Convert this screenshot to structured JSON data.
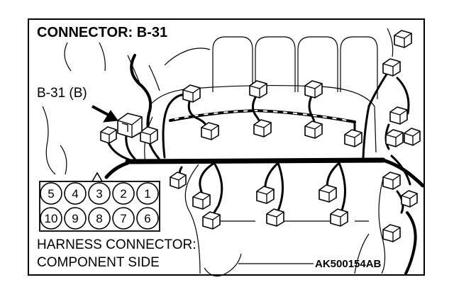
{
  "title": "CONNECTOR: B-31",
  "callout": "B-31 (B)",
  "footer": {
    "line1": "HARNESS CONNECTOR:",
    "line2": "COMPONENT SIDE",
    "code": "AK500154AB"
  },
  "pins": {
    "top": [
      "5",
      "4",
      "3",
      "2",
      "1"
    ],
    "bottom": [
      "10",
      "9",
      "8",
      "7",
      "6"
    ]
  }
}
